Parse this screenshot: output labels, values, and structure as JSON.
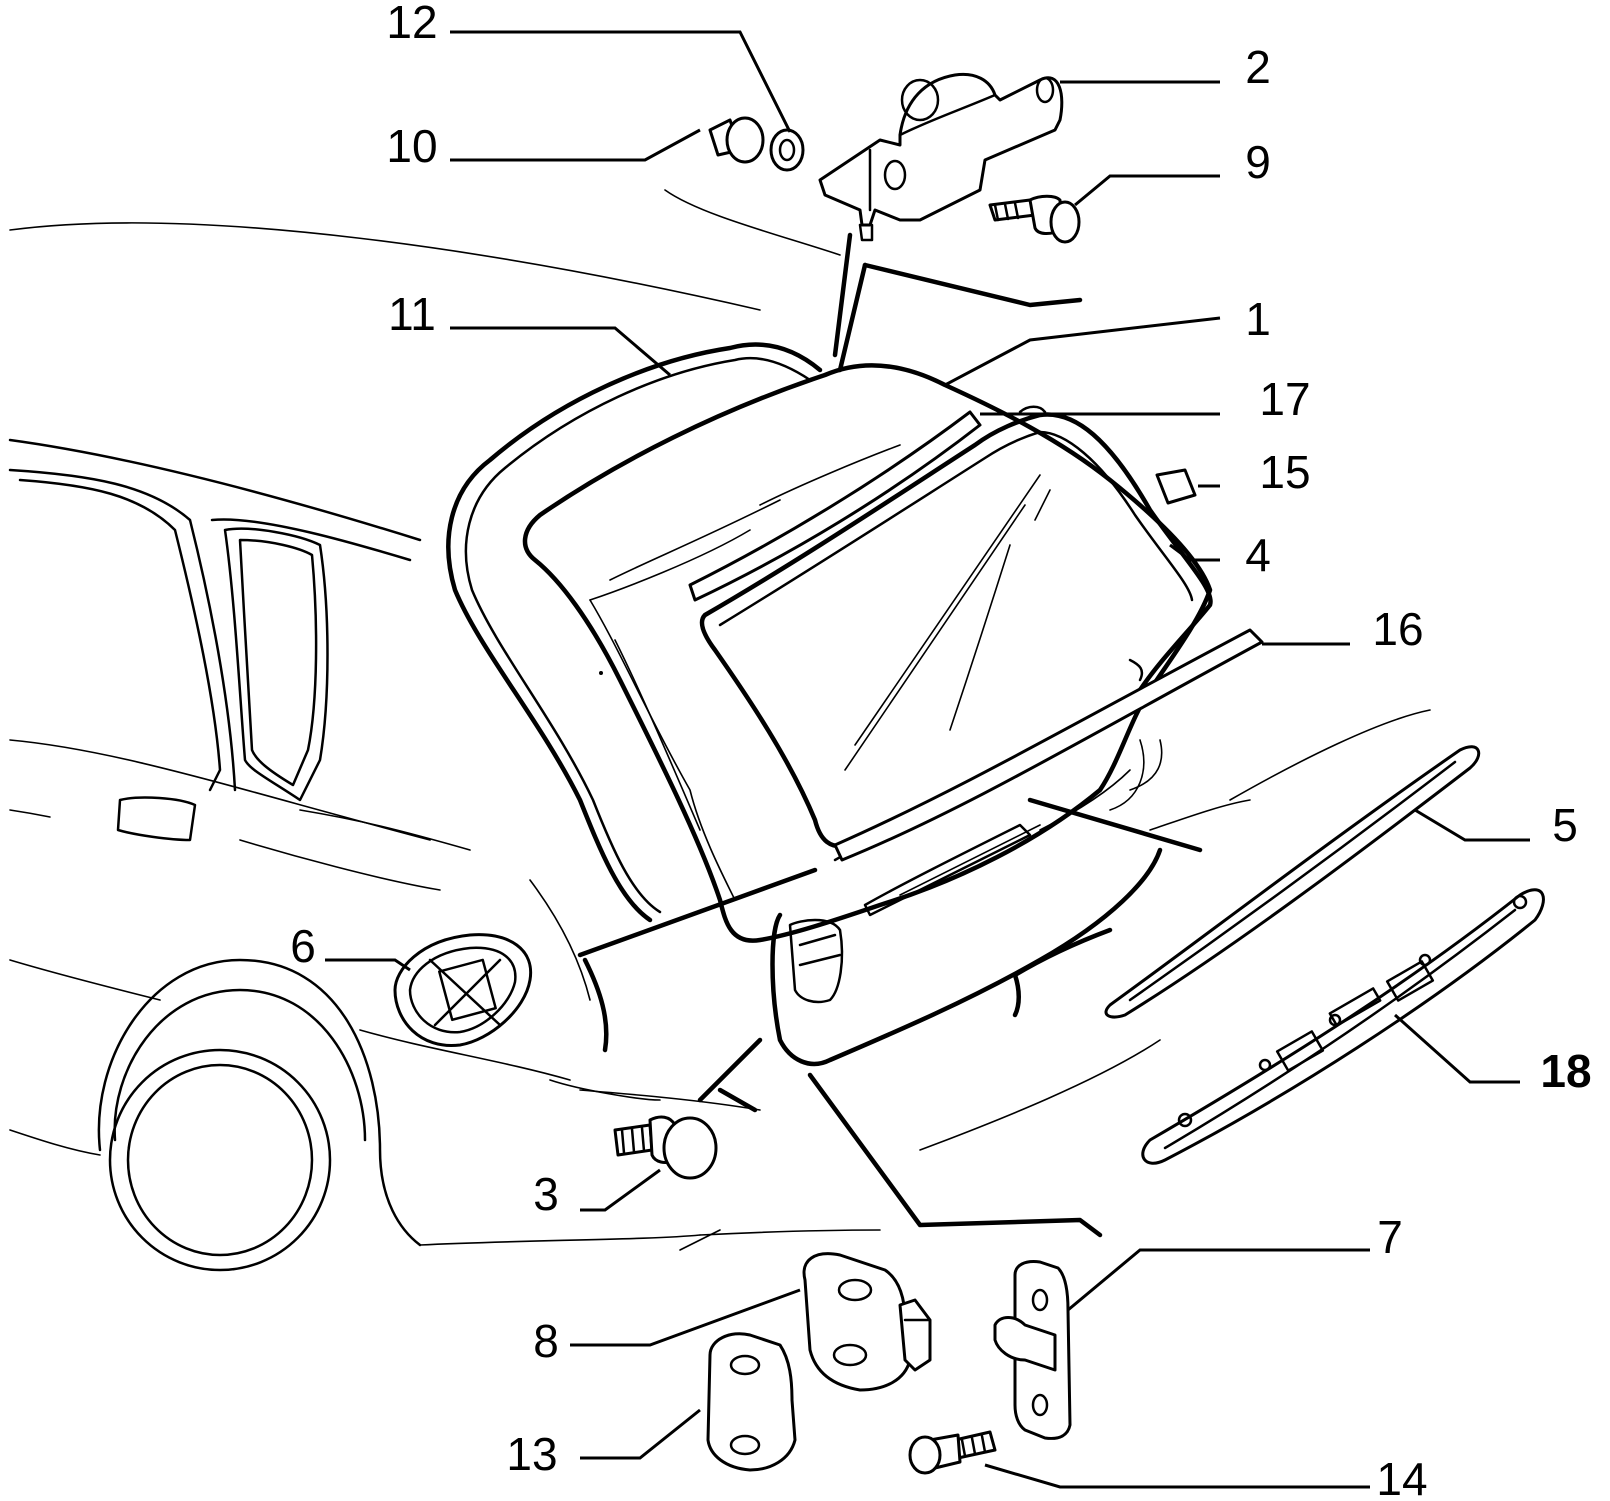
{
  "diagram": {
    "labels": [
      {
        "id": "1",
        "text": "1",
        "bold": false
      },
      {
        "id": "2",
        "text": "2",
        "bold": false
      },
      {
        "id": "3",
        "text": "3",
        "bold": false
      },
      {
        "id": "4",
        "text": "4",
        "bold": false
      },
      {
        "id": "5",
        "text": "5",
        "bold": false
      },
      {
        "id": "6",
        "text": "6",
        "bold": false
      },
      {
        "id": "7",
        "text": "7",
        "bold": false
      },
      {
        "id": "8",
        "text": "8",
        "bold": false
      },
      {
        "id": "9",
        "text": "9",
        "bold": false
      },
      {
        "id": "10",
        "text": "10",
        "bold": false
      },
      {
        "id": "11",
        "text": "11",
        "bold": false
      },
      {
        "id": "12",
        "text": "12",
        "bold": false
      },
      {
        "id": "13",
        "text": "13",
        "bold": false
      },
      {
        "id": "14",
        "text": "14",
        "bold": false
      },
      {
        "id": "15",
        "text": "15",
        "bold": false
      },
      {
        "id": "16",
        "text": "16",
        "bold": false
      },
      {
        "id": "17",
        "text": "17",
        "bold": false
      },
      {
        "id": "18",
        "text": "18",
        "bold": true
      }
    ],
    "colors": {
      "ink": "#000000",
      "paper": "#ffffff"
    }
  }
}
